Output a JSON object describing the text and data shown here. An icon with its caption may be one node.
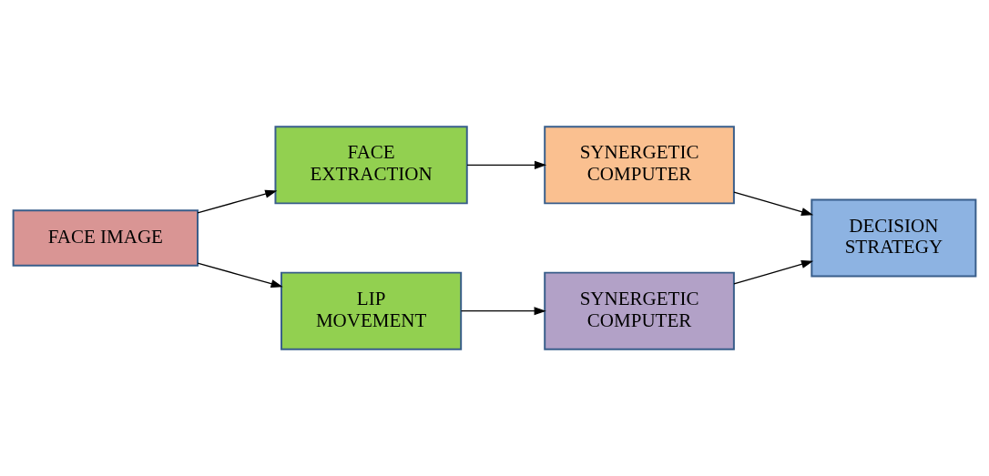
{
  "diagram": {
    "nodes": [
      {
        "text": [
          "FACE IMAGE"
        ]
      },
      {
        "text": [
          "FACE EXTRACTION"
        ]
      },
      {
        "text": [
          "SYNERGETIC COMPUTER"
        ]
      },
      {
        "text": [
          "DECISION STRATEGY"
        ]
      },
      {
        "text": [
          "LIP MOVEMENT"
        ]
      },
      {
        "text": [
          "SYNERGETIC COMPUTER"
        ]
      }
    ],
    "edges": [
      {
        "from": 0,
        "to": 1,
        "arrow": "to"
      },
      {
        "from": 1,
        "to": 2,
        "arrow": "to"
      },
      {
        "from": 2,
        "to": 3,
        "arrow": "to"
      },
      {
        "from": 0,
        "to": 4,
        "arrow": "to"
      },
      {
        "from": 4,
        "to": 5,
        "arrow": "to"
      },
      {
        "from": 5,
        "to": 3,
        "arrow": "to"
      }
    ]
  }
}
